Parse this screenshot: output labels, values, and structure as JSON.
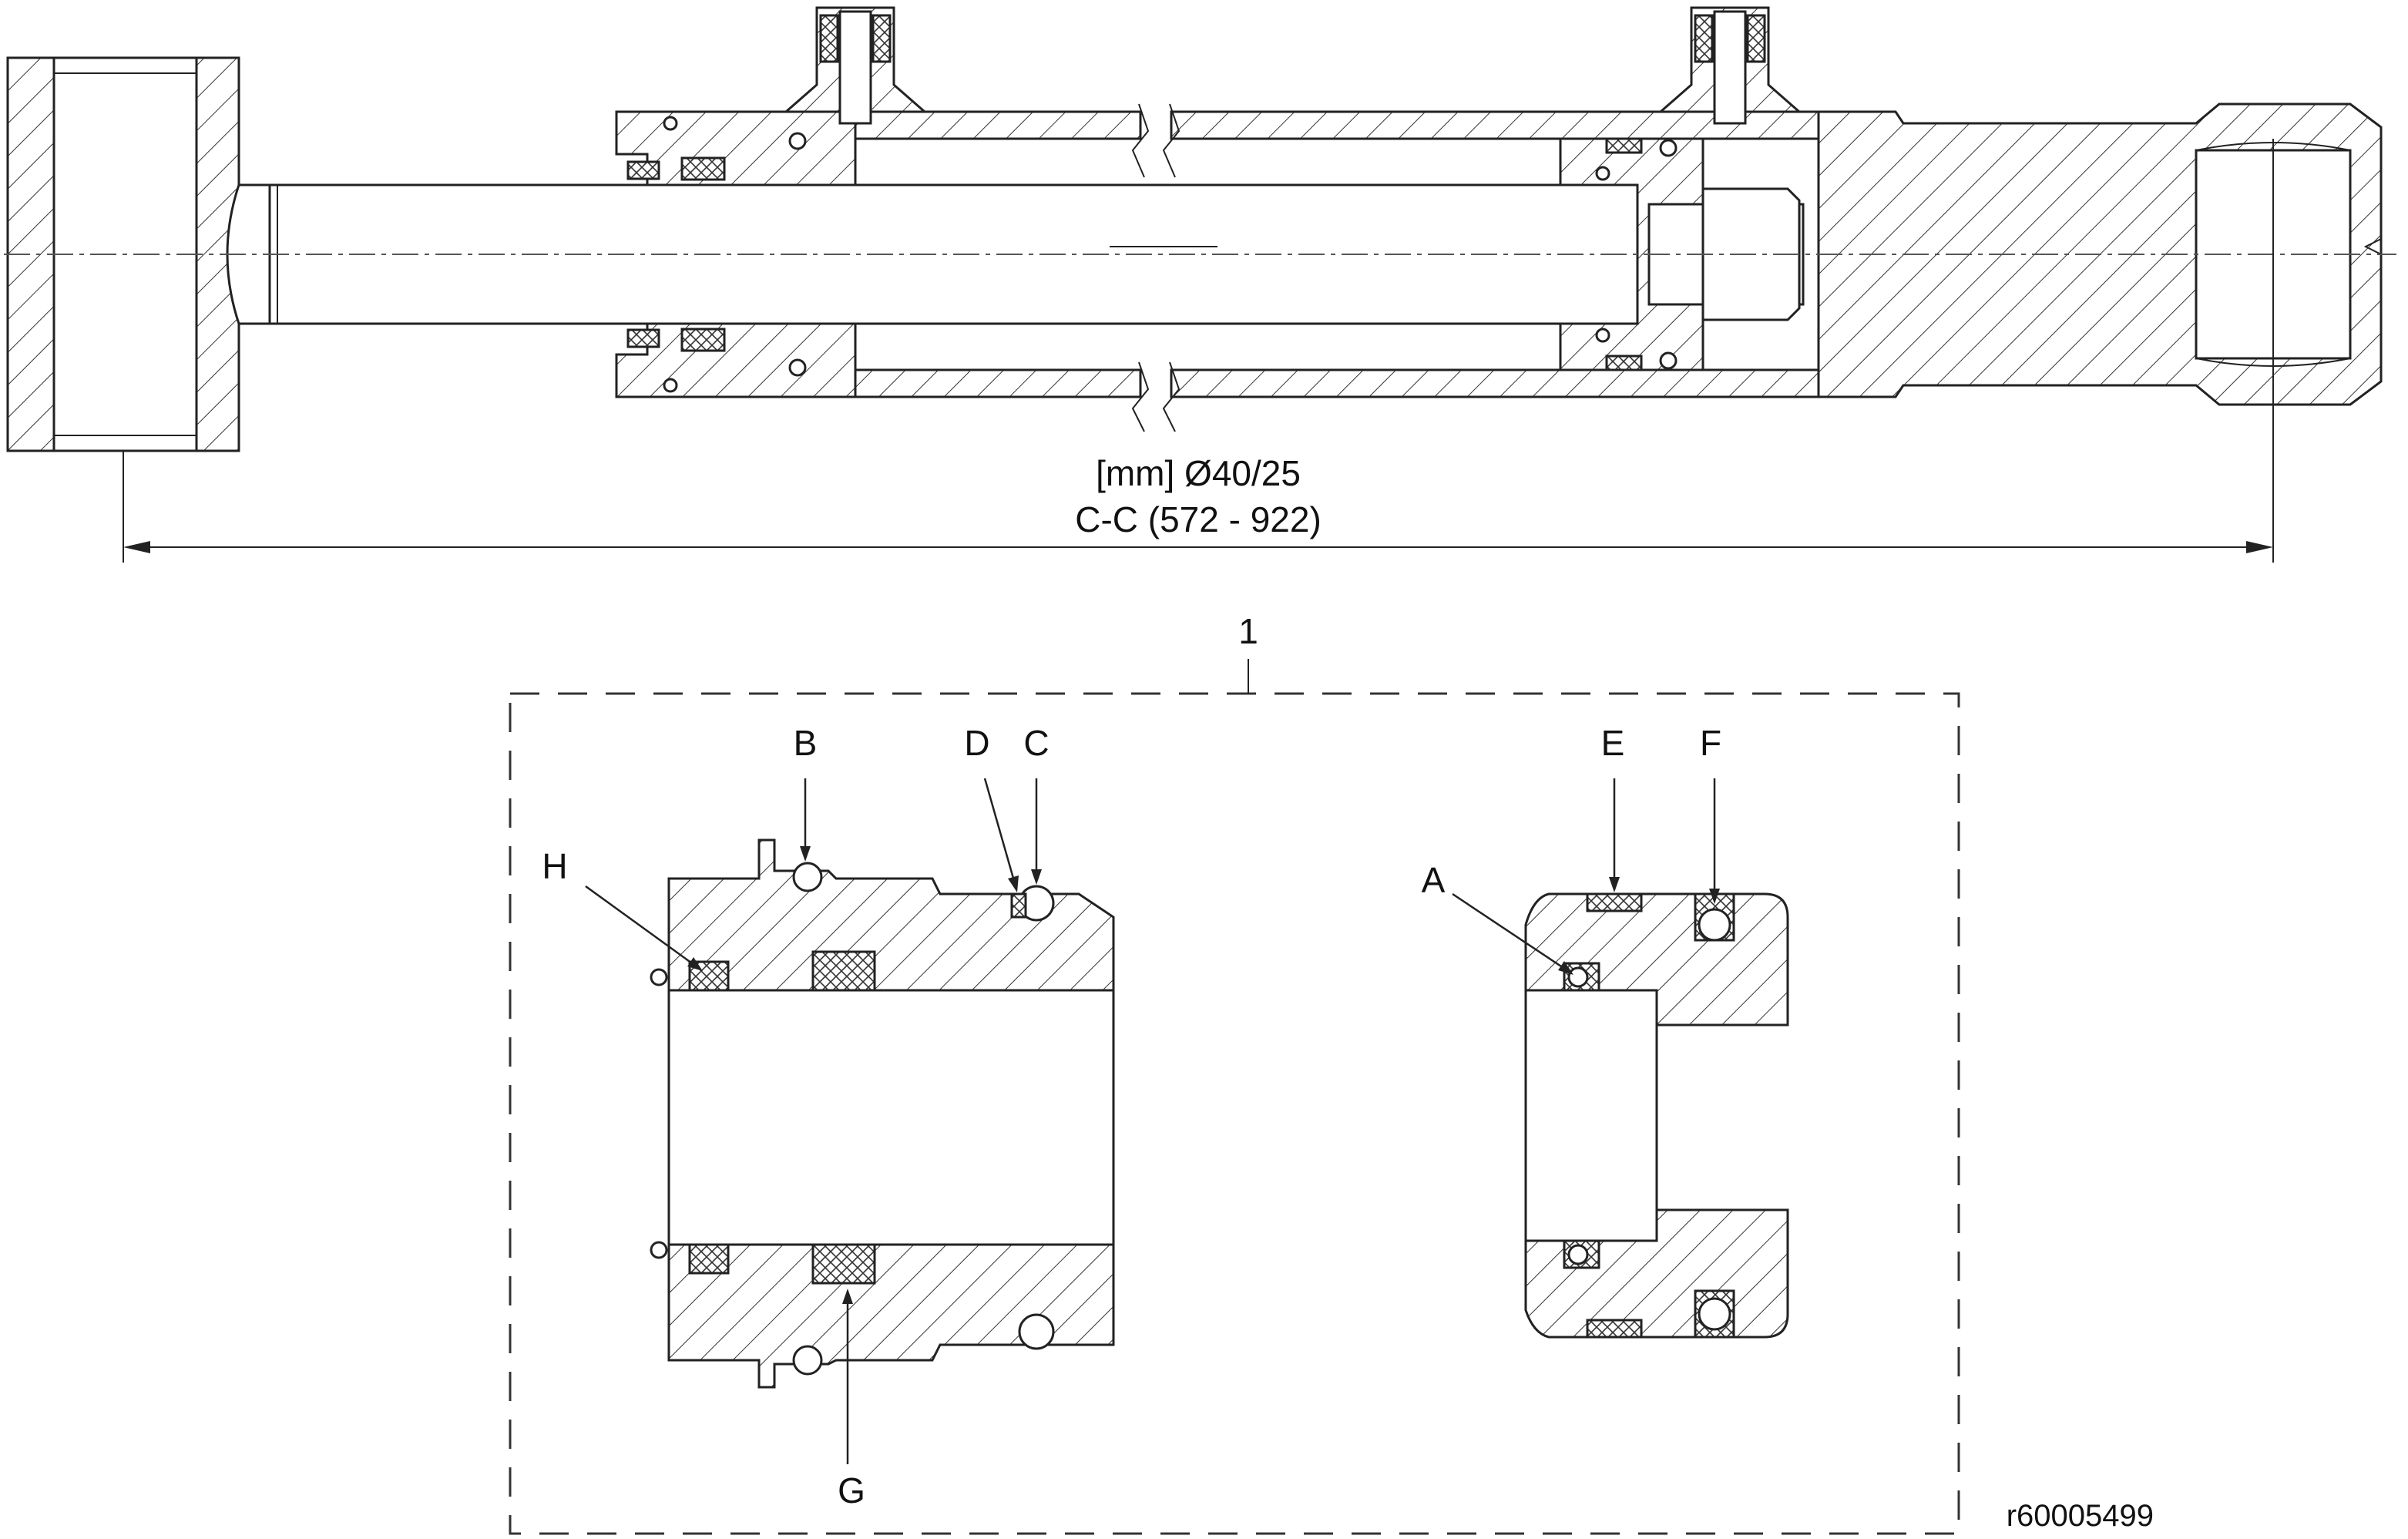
{
  "drawing": {
    "dimension_text": "[mm] Ø40/25",
    "length_text": "C-C (572 - 922)",
    "detail_label": "1",
    "part_labels": {
      "a": "A",
      "b": "B",
      "c": "C",
      "d": "D",
      "e": "E",
      "f": "F",
      "g": "G",
      "h": "H"
    },
    "reference_code": "r60005499"
  }
}
